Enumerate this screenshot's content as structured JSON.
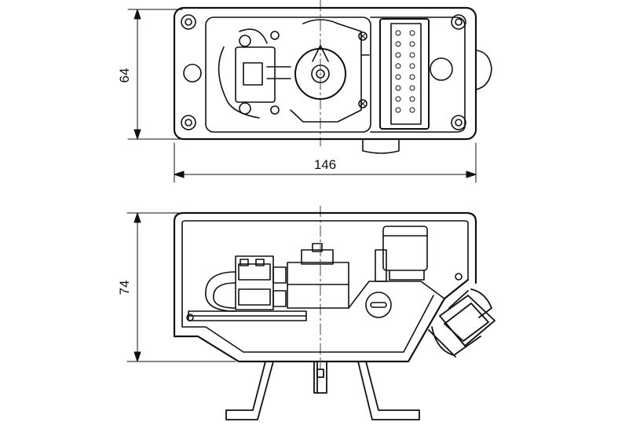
{
  "dimensions": {
    "top_height": "64",
    "top_width": "146",
    "bottom_height": "74"
  },
  "colors": {
    "line": "#111111",
    "background": "#ffffff"
  }
}
